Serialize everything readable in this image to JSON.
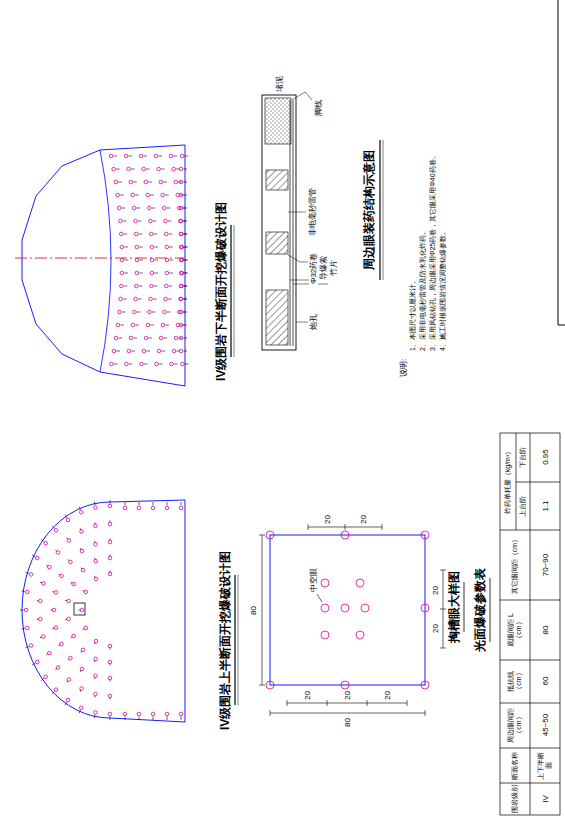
{
  "diagram": {
    "labels": [
      "IV级围岩上半断面开挖爆破设计图",
      "IV级围岩下半断面开挖爆破设计图",
      "掏槽眼大样图",
      "光面爆破参数表",
      "周边眼装药结构示意图",
      "堵泥",
      "脚线",
      "非电毫秒雷管",
      "Φ32药卷",
      "导爆索",
      "竹片",
      "炮孔",
      "中空眼",
      "20",
      "20",
      "80",
      "20",
      "20",
      "20",
      "80",
      "20",
      "20",
      "说明:",
      "1、本图尺寸以厘米计。",
      "2、采用非电毫秒雷管及防水乳化炸药。",
      "3、采用风钻钻孔，周边眼采用Φ25药卷，其它眼采用Φ40药卷。",
      "4、施工时根据围岩情况调整钻爆参数。",
      "围岩级别",
      "断面名称",
      "周边眼间距（cm）",
      "抵抗线（cm）",
      "底眼间距 L（cm）",
      "其它眼间距（cm）",
      "炸药单耗量（kg/m³）",
      "上台阶",
      "下台阶",
      "IV",
      "上下半断面",
      "45~50",
      "60",
      "80",
      "70~90",
      "1.1",
      "0.95"
    ]
  }
}
